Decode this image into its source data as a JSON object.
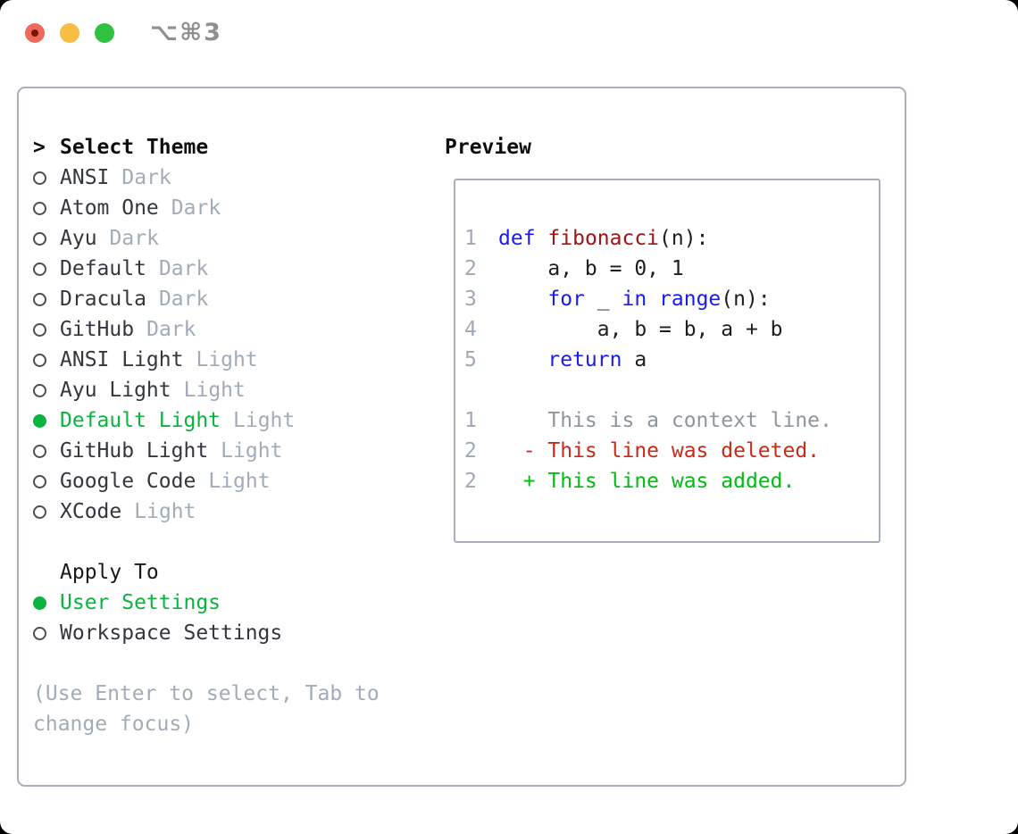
{
  "titlebar": {
    "shortcut": "⌥⌘3"
  },
  "colors": {
    "selection_green": "#0ab43e",
    "keyword_blue": "#1a1af2",
    "function_red": "#a31212",
    "diff_deleted_red": "#c92a1a",
    "diff_added_green": "#00bd12",
    "muted_gray": "#a2abb8",
    "border_gray": "#a8afba",
    "traffic_red": "#ee6a5e",
    "traffic_yellow": "#f7bd45",
    "traffic_green": "#2ec23f"
  },
  "theme_panel": {
    "header_prefix": ">",
    "header": "Select Theme",
    "items": [
      {
        "name": "ANSI",
        "variant": "Dark",
        "selected": false
      },
      {
        "name": "Atom One",
        "variant": "Dark",
        "selected": false
      },
      {
        "name": "Ayu",
        "variant": "Dark",
        "selected": false
      },
      {
        "name": "Default",
        "variant": "Dark",
        "selected": false
      },
      {
        "name": "Dracula",
        "variant": "Dark",
        "selected": false
      },
      {
        "name": "GitHub",
        "variant": "Dark",
        "selected": false
      },
      {
        "name": "ANSI Light",
        "variant": "Light",
        "selected": false
      },
      {
        "name": "Ayu Light",
        "variant": "Light",
        "selected": false
      },
      {
        "name": "Default Light",
        "variant": "Light",
        "selected": true
      },
      {
        "name": "GitHub Light",
        "variant": "Light",
        "selected": false
      },
      {
        "name": "Google Code",
        "variant": "Light",
        "selected": false
      },
      {
        "name": "XCode",
        "variant": "Light",
        "selected": false
      }
    ]
  },
  "apply_panel": {
    "header": "Apply To",
    "items": [
      {
        "label": "User Settings",
        "selected": true
      },
      {
        "label": "Workspace Settings",
        "selected": false
      }
    ]
  },
  "hint": "(Use Enter to select, Tab to change focus)",
  "preview": {
    "header": "Preview",
    "lines": [
      {
        "num": "1",
        "segments": [
          {
            "text": "def",
            "style": "kw"
          },
          {
            "text": " ",
            "style": "pl"
          },
          {
            "text": "fibonacci",
            "style": "fn"
          },
          {
            "text": "(n):",
            "style": "pl"
          }
        ]
      },
      {
        "num": "2",
        "segments": [
          {
            "text": "    a, b = 0, 1",
            "style": "pl"
          }
        ]
      },
      {
        "num": "3",
        "segments": [
          {
            "text": "    ",
            "style": "pl"
          },
          {
            "text": "for",
            "style": "kw"
          },
          {
            "text": " _ ",
            "style": "pl"
          },
          {
            "text": "in",
            "style": "kw"
          },
          {
            "text": " ",
            "style": "pl"
          },
          {
            "text": "range",
            "style": "kw"
          },
          {
            "text": "(n):",
            "style": "pl"
          }
        ]
      },
      {
        "num": "4",
        "segments": [
          {
            "text": "        a, b = b, a + b",
            "style": "pl"
          }
        ]
      },
      {
        "num": "5",
        "segments": [
          {
            "text": "    ",
            "style": "pl"
          },
          {
            "text": "return",
            "style": "kw"
          },
          {
            "text": " a",
            "style": "pl"
          }
        ]
      },
      {
        "num": "",
        "segments": []
      },
      {
        "num": "1",
        "segments": [
          {
            "text": "    This is a context line.",
            "style": "ctx"
          }
        ]
      },
      {
        "num": "2",
        "segments": [
          {
            "text": "  - This line was deleted.",
            "style": "del"
          }
        ]
      },
      {
        "num": "2",
        "segments": [
          {
            "text": "  + This line was added.",
            "style": "add"
          }
        ]
      }
    ]
  }
}
